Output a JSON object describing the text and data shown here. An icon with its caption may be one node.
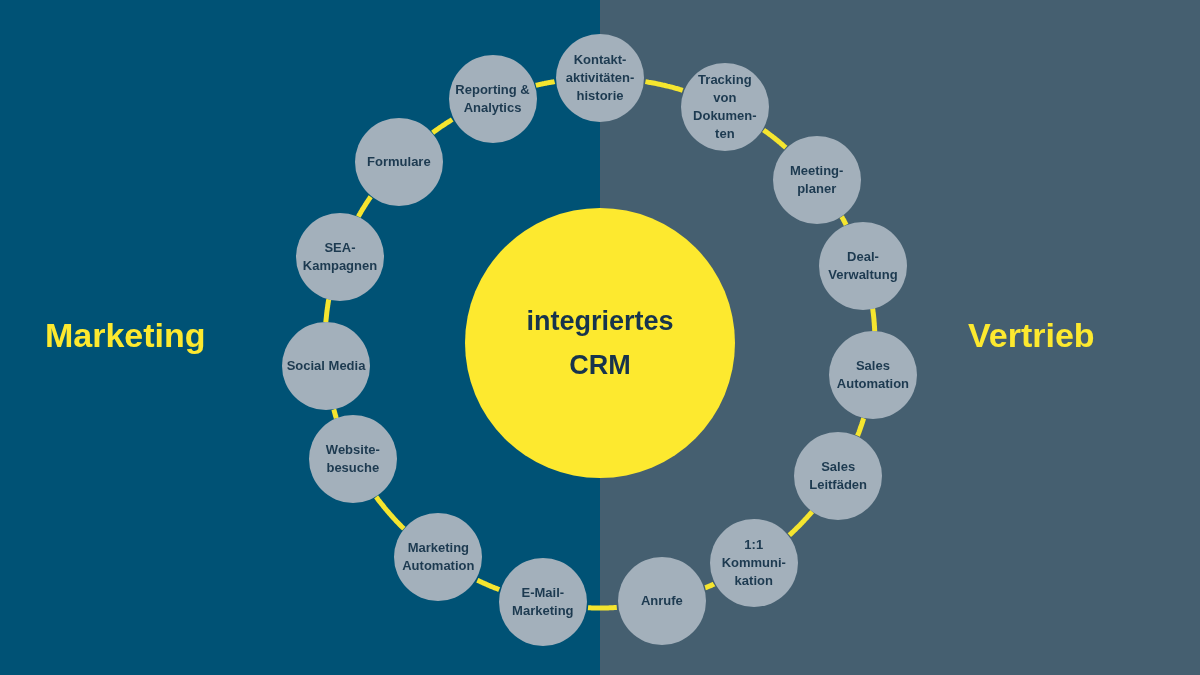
{
  "diagram": {
    "nodes": [
      {
        "text": [
          "integriertes CRM"
        ]
      },
      {
        "text": [
          "Kontakt- aktivitäten- historie"
        ]
      },
      {
        "text": [
          "Tracking von Dokumen- ten"
        ]
      },
      {
        "text": [
          "Meeting- planer"
        ]
      },
      {
        "text": [
          "Deal- Verwaltung"
        ]
      },
      {
        "text": [
          "Sales Automation"
        ]
      },
      {
        "text": [
          "Sales Leitfäden"
        ]
      },
      {
        "text": [
          "1:1 Kommuni- kation"
        ]
      },
      {
        "text": [
          "Anrufe"
        ]
      },
      {
        "text": [
          "E-Mail- Marketing"
        ]
      },
      {
        "text": [
          "Marketing Automation"
        ]
      },
      {
        "text": [
          "Website- besuche"
        ]
      },
      {
        "text": [
          "Social Media"
        ]
      },
      {
        "text": [
          "SEA- Kampagnen"
        ]
      },
      {
        "text": [
          "Formulare"
        ]
      },
      {
        "text": [
          "Reporting & Analytics"
        ]
      }
    ],
    "edges": [
      {
        "from": 1,
        "to": 2,
        "arrow": "none"
      },
      {
        "from": 2,
        "to": 3,
        "arrow": "none"
      },
      {
        "from": 3,
        "to": 4,
        "arrow": "none"
      },
      {
        "from": 4,
        "to": 5,
        "arrow": "none"
      },
      {
        "from": 5,
        "to": 6,
        "arrow": "none"
      },
      {
        "from": 6,
        "to": 7,
        "arrow": "none"
      },
      {
        "from": 7,
        "to": 8,
        "arrow": "none"
      },
      {
        "from": 8,
        "to": 9,
        "arrow": "none"
      },
      {
        "from": 9,
        "to": 10,
        "arrow": "none"
      },
      {
        "from": 10,
        "to": 11,
        "arrow": "none"
      },
      {
        "from": 11,
        "to": 12,
        "arrow": "none"
      },
      {
        "from": 12,
        "to": 13,
        "arrow": "none"
      },
      {
        "from": 13,
        "to": 14,
        "arrow": "none"
      },
      {
        "from": 14,
        "to": 15,
        "arrow": "none"
      },
      {
        "from": 15,
        "to": 1,
        "arrow": "none"
      }
    ],
    "labels": [
      "Marketing",
      "Vertrieb"
    ]
  }
}
